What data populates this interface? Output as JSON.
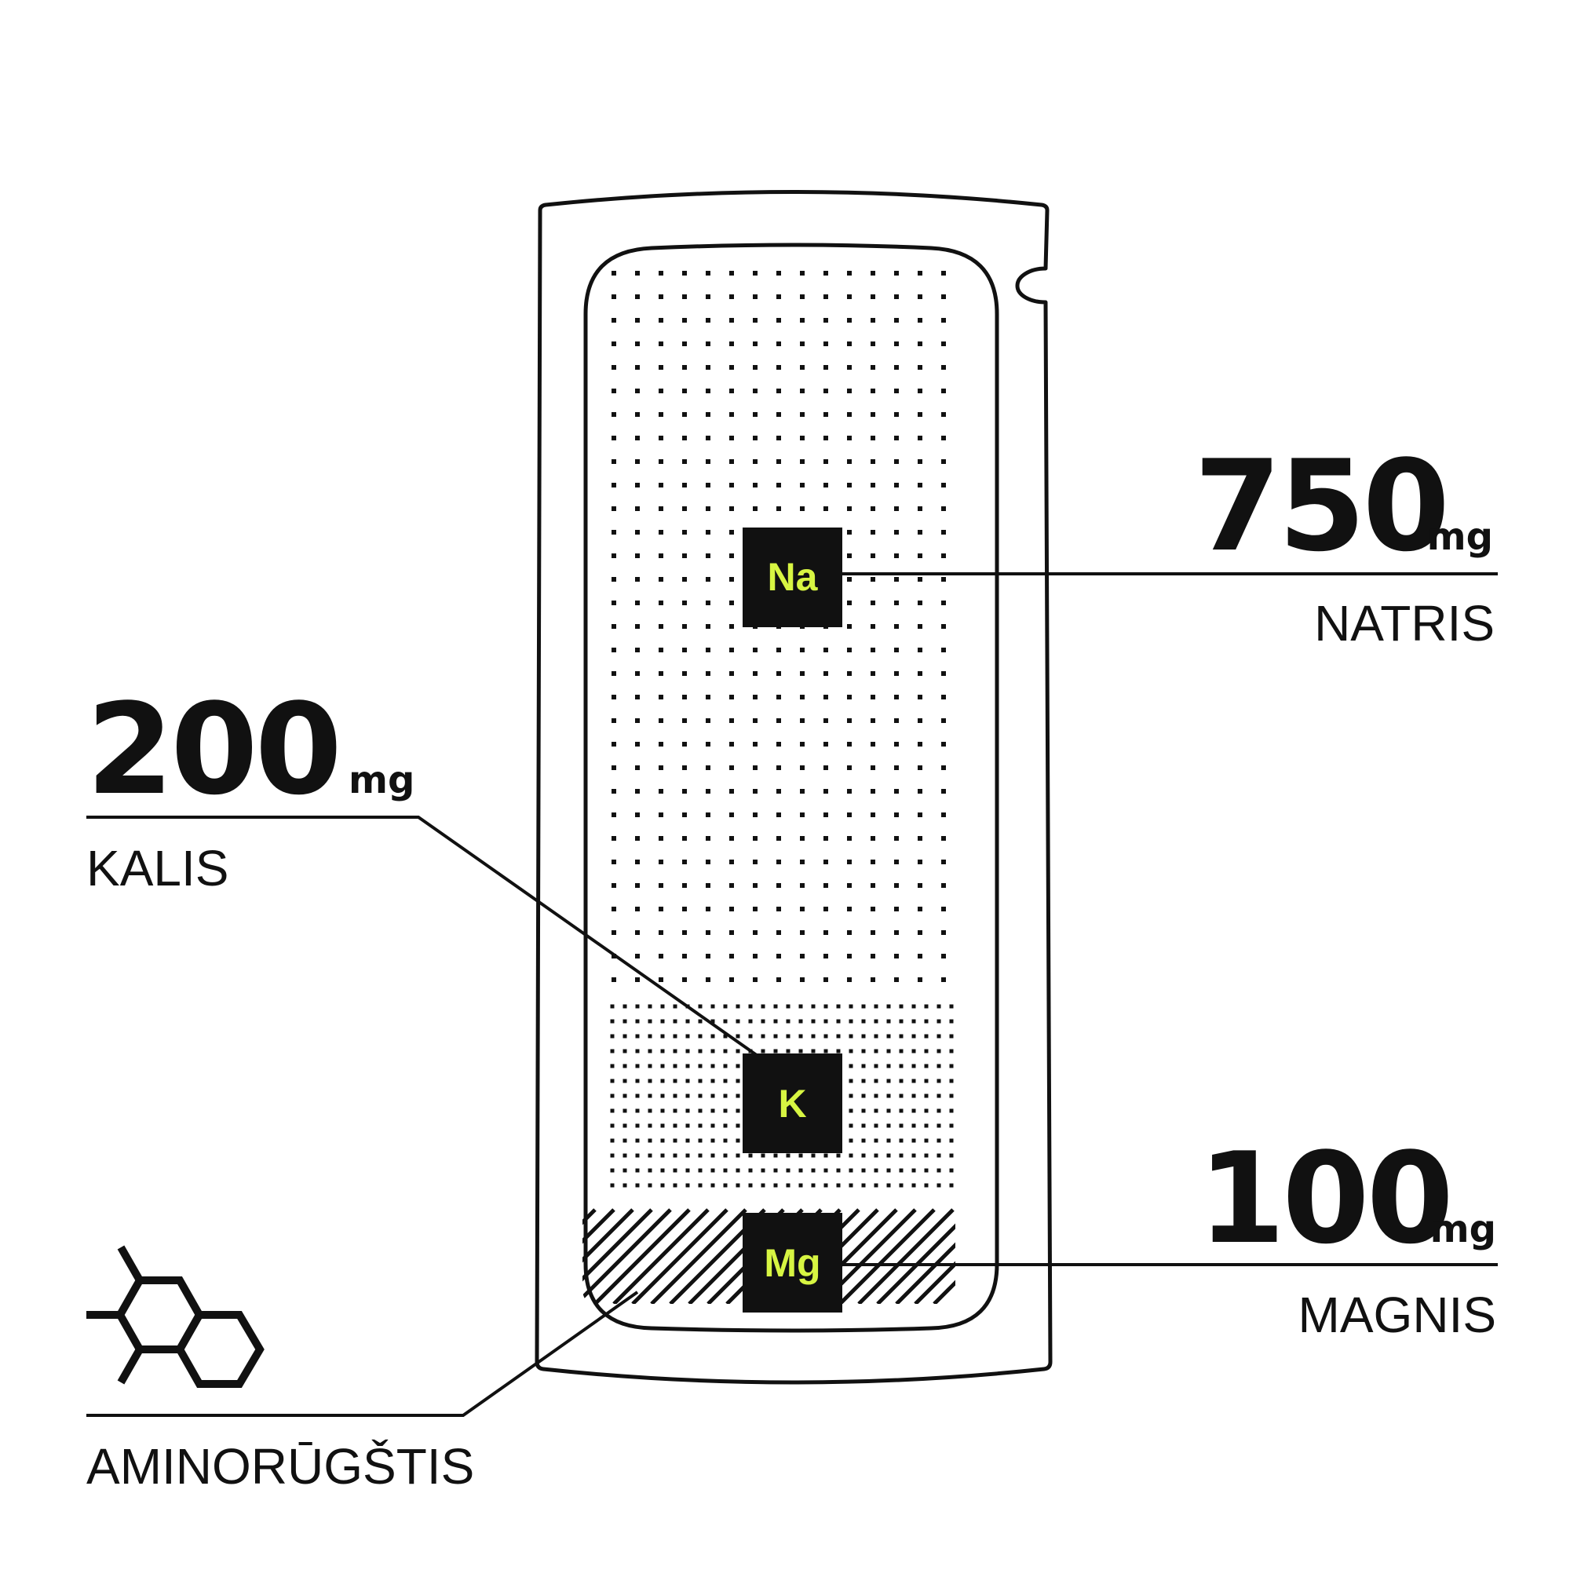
{
  "colors": {
    "ink": "#111111",
    "accent": "#d7f542",
    "background": "#ffffff"
  },
  "nutrients": [
    {
      "symbol": "Na",
      "value": "750",
      "unit": "mg",
      "name": "NATRIS"
    },
    {
      "symbol": "K",
      "value": "200",
      "unit": "mg",
      "name": "KALIS"
    },
    {
      "symbol": "Mg",
      "value": "100",
      "unit": "mg",
      "name": "MAGNIS"
    }
  ],
  "amino": {
    "name": "AMINORŪGŠTIS",
    "icon": "hexagon-molecule-icon"
  },
  "package": {
    "icon": "sachet-outline-icon"
  }
}
